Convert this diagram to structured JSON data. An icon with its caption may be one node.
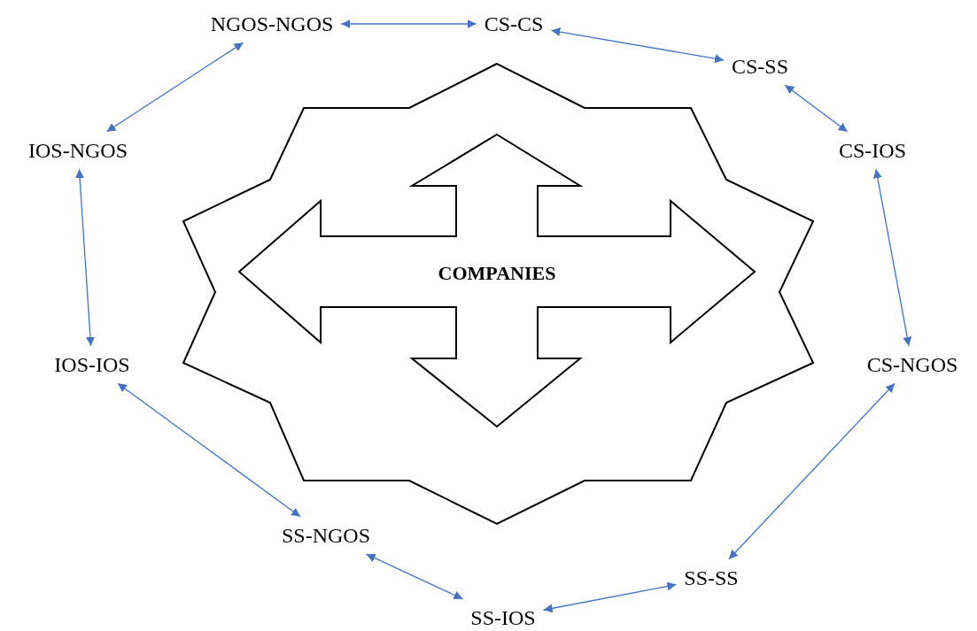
{
  "diagram": {
    "nodes": [
      {
        "text": [
          "NGOS-NGOS"
        ]
      },
      {
        "text": [
          "CS-CS"
        ]
      },
      {
        "text": [
          "CS-SS"
        ]
      },
      {
        "text": [
          "CS-IOS"
        ]
      },
      {
        "text": [
          "CS-NGOS"
        ]
      },
      {
        "text": [
          "SS-SS"
        ]
      },
      {
        "text": [
          "SS-IOS"
        ]
      },
      {
        "text": [
          "SS-NGOS"
        ]
      },
      {
        "text": [
          "IOS-IOS"
        ]
      },
      {
        "text": [
          "IOS-NGOS"
        ]
      },
      {
        "text": [],
        "shape": "star"
      },
      {
        "text": [
          "COMPANIES"
        ],
        "in": 10
      }
    ],
    "edges": [
      {
        "from": 0,
        "to": 1,
        "arrow": "both"
      },
      {
        "from": 1,
        "to": 2,
        "arrow": "both"
      },
      {
        "from": 2,
        "to": 3,
        "arrow": "both"
      },
      {
        "from": 3,
        "to": 4,
        "arrow": "both"
      },
      {
        "from": 4,
        "to": 5,
        "arrow": "both"
      },
      {
        "from": 5,
        "to": 6,
        "arrow": "both"
      },
      {
        "from": 6,
        "to": 7,
        "arrow": "both"
      },
      {
        "from": 7,
        "to": 8,
        "arrow": "both"
      },
      {
        "from": 8,
        "to": 9,
        "arrow": "both"
      },
      {
        "from": 9,
        "to": 0,
        "arrow": "both"
      }
    ]
  }
}
